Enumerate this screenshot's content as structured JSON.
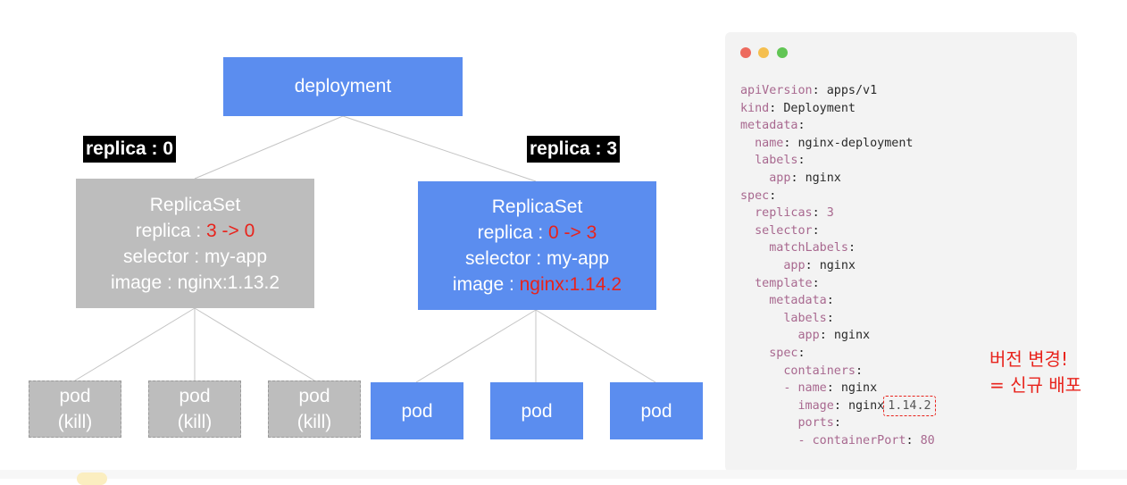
{
  "diagram": {
    "deployment": {
      "label": "deployment"
    },
    "tags": {
      "left": "replica : 0",
      "right": "replica : 3"
    },
    "replicaset_old": {
      "title": "ReplicaSet",
      "replica_prefix": "replica : ",
      "replica_value": "3 -> 0",
      "selector": "selector : my-app",
      "image": "image : nginx:1.13.2"
    },
    "replicaset_new": {
      "title": "ReplicaSet",
      "replica_prefix": "replica : ",
      "replica_value": "0 -> 3",
      "selector": "selector : my-app",
      "image_prefix": "image : ",
      "image_value": "nginx:1.14.2"
    },
    "pods_old": [
      {
        "line1": "pod",
        "line2": "(kill)"
      },
      {
        "line1": "pod",
        "line2": "(kill)"
      },
      {
        "line1": "pod",
        "line2": "(kill)"
      }
    ],
    "pods_new": [
      {
        "label": "pod"
      },
      {
        "label": "pod"
      },
      {
        "label": "pod"
      }
    ]
  },
  "code": {
    "lines": {
      "l1k": "apiVersion",
      "l1v": "apps/v1",
      "l2k": "kind",
      "l2v": "Deployment",
      "l3k": "metadata",
      "l4k": "name",
      "l4v": "nginx-deployment",
      "l5k": "labels",
      "l6k": "app",
      "l6v": "nginx",
      "l7k": "spec",
      "l8k": "replicas",
      "l8v": "3",
      "l9k": "selector",
      "l10k": "matchLabels",
      "l11k": "app",
      "l11v": "nginx",
      "l12k": "template",
      "l13k": "metadata",
      "l14k": "labels",
      "l15k": "app",
      "l15v": "nginx",
      "l16k": "spec",
      "l17k": "containers",
      "l18k": "name",
      "l18v": "nginx",
      "l19k": "image",
      "l19v": "nginx",
      "l19hl": "1.14.2",
      "l20k": "ports",
      "l21k": "containerPort",
      "l21v": "80"
    },
    "window_dots": [
      "#ed6a5e",
      "#f5bf4f",
      "#61c554"
    ]
  },
  "annotation": {
    "line1": "버전 변경!",
    "line2": "= 신규 배포"
  },
  "colors": {
    "blue": "#5b8def",
    "gray": "#bdbdbd",
    "red": "#e8231c"
  }
}
